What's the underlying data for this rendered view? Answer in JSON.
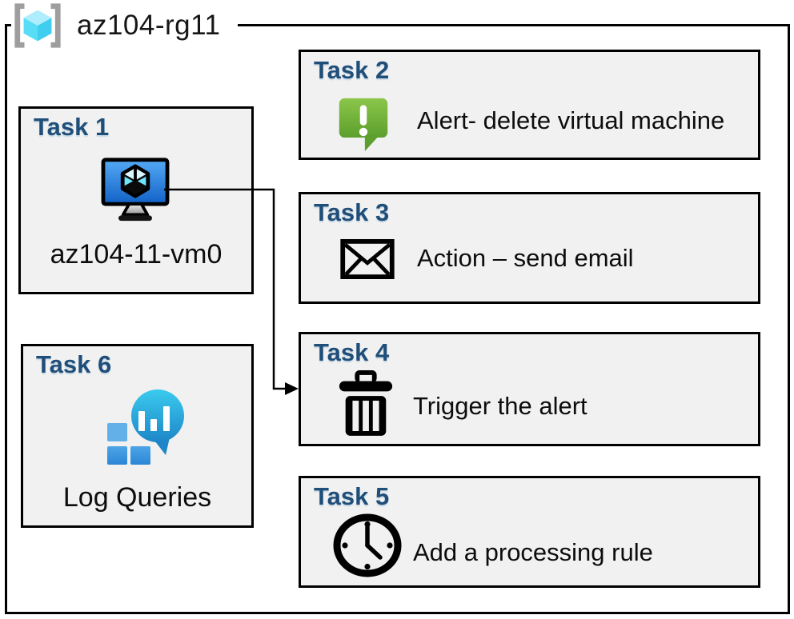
{
  "group": {
    "label": "az104-rg11"
  },
  "tasks": [
    {
      "title": "Task 1",
      "label": "az104-11-vm0",
      "icon": "virtual-machine-icon"
    },
    {
      "title": "Task 2",
      "label": "Alert- delete virtual machine",
      "icon": "alert-icon"
    },
    {
      "title": "Task 3",
      "label": "Action – send email",
      "icon": "email-icon"
    },
    {
      "title": "Task 4",
      "label": "Trigger the alert",
      "icon": "trash-icon"
    },
    {
      "title": "Task 5",
      "label": "Add a processing rule",
      "icon": "clock-icon"
    },
    {
      "title": "Task 6",
      "label": "Log Queries",
      "icon": "log-queries-icon"
    }
  ],
  "connector": {
    "from": "Task 1",
    "to": "Task 4"
  },
  "colors": {
    "task_title": "#1F4E79",
    "box_fill": "#F1F1F1",
    "box_border": "#000000",
    "alert_green": "#6FBE3E",
    "vm_screen_blue": "#2F8BE8",
    "cube_cyan": "#50E6FF",
    "log_bubble_teal": "#29B6E8",
    "log_square_blue": "#2F8FDB",
    "bracket_gray": "#9E9E9E"
  }
}
